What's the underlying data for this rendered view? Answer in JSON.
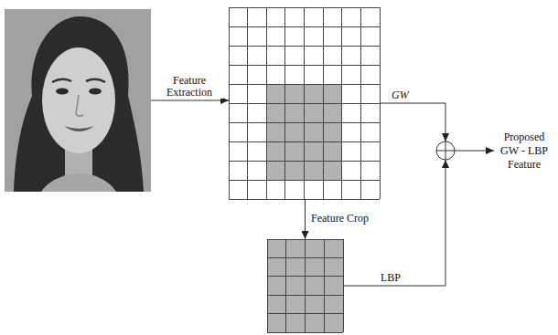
{
  "diagram": {
    "nodes": [
      {
        "text": []
      },
      {
        "text": []
      },
      {
        "text": []
      },
      {
        "text": []
      },
      {
        "text": [
          "Proposed GW - LBP Feature"
        ]
      }
    ],
    "edges": [
      {
        "from": 0,
        "to": 1,
        "arrow": "to",
        "label": "Feature Extraction"
      },
      {
        "from": 1,
        "to": 3,
        "arrow": "to",
        "label": "GW"
      },
      {
        "from": 1,
        "to": 2,
        "arrow": "to",
        "label": "Feature Crop"
      },
      {
        "from": 2,
        "to": 3,
        "arrow": "to",
        "label": "LBP"
      },
      {
        "from": 3,
        "to": 4,
        "arrow": "to"
      }
    ]
  }
}
